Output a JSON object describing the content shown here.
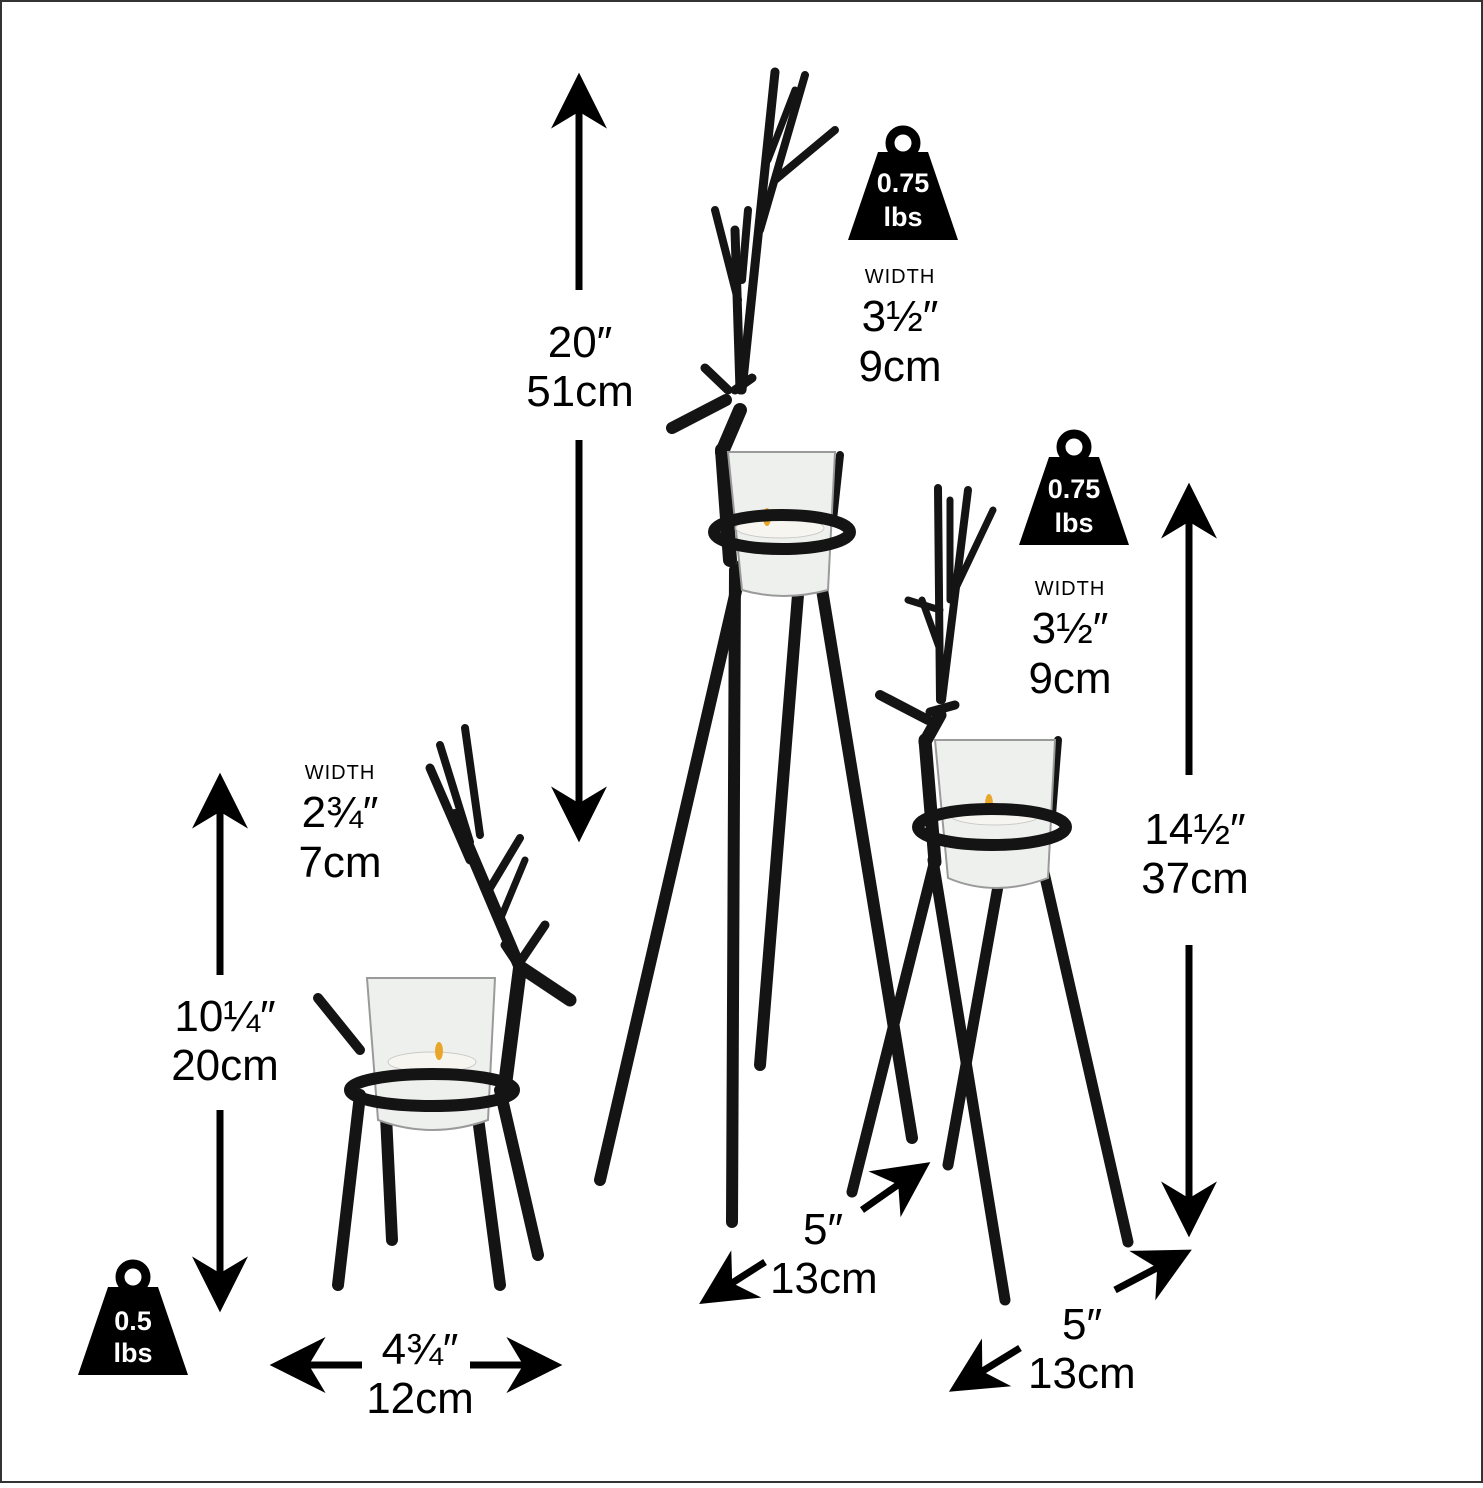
{
  "colors": {
    "ink": "#000000",
    "background": "#ffffff",
    "metal": "#141414",
    "glass": "#eef0ee",
    "candle": "#f7f5f0",
    "flame": "#e8a72a"
  },
  "icons": [
    "weight-icon",
    "double-arrow-icon",
    "reindeer-candle-holder"
  ],
  "large": {
    "height_in": "20″",
    "height_cm": "51cm",
    "width_caption": "WIDTH",
    "width_in": "3½″",
    "width_cm": "9cm",
    "weight_num": "0.75",
    "weight_unit": "lbs",
    "base_in": "5″",
    "base_cm": "13cm"
  },
  "medium": {
    "height_in": "14½″",
    "height_cm": "37cm",
    "width_caption": "WIDTH",
    "width_in": "3½″",
    "width_cm": "9cm",
    "weight_num": "0.75",
    "weight_unit": "lbs",
    "base_in": "5″",
    "base_cm": "13cm"
  },
  "small": {
    "height_in": "10¼″",
    "height_cm": "20cm",
    "width_caption": "WIDTH",
    "width_in": "2¾″",
    "width_cm": "7cm",
    "weight_num": "0.5",
    "weight_unit": "lbs",
    "base_in": "4¾″",
    "base_cm": "12cm"
  }
}
